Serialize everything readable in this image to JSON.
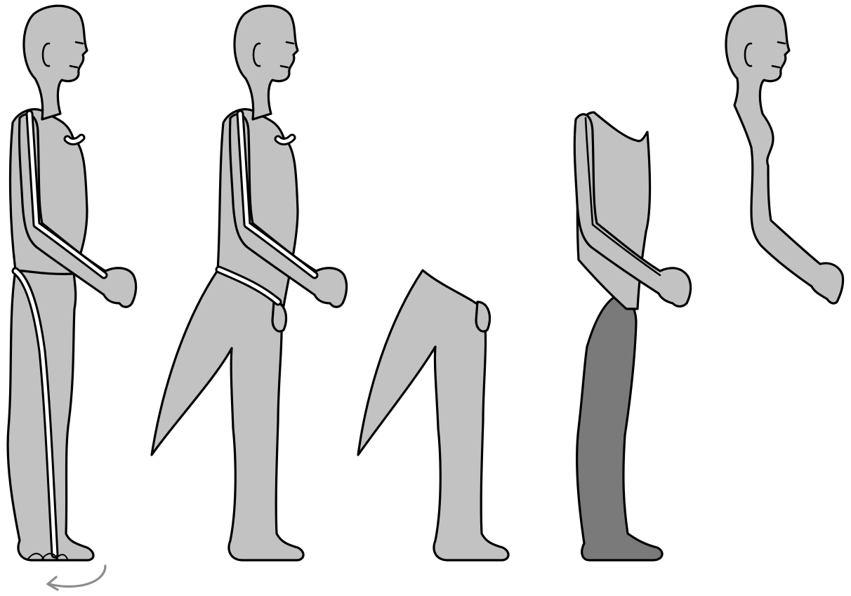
{
  "colors": {
    "background": "#ffffff",
    "body_fill": "#c2c2c2",
    "dark_fill": "#7a7a7a",
    "outline": "#000000",
    "arrow": "#8c8c8c"
  },
  "figures": [
    {
      "name": "figure-1-full-body-with-seams"
    },
    {
      "name": "figure-2-lower-skin-peeled"
    },
    {
      "name": "figure-3-lower-skin-piece"
    },
    {
      "name": "figure-4-torso-shell-dark-leg"
    },
    {
      "name": "figure-5-head-and-arm-piece"
    }
  ],
  "icons": {
    "rotate_arrow": "curved-arrow-icon"
  }
}
